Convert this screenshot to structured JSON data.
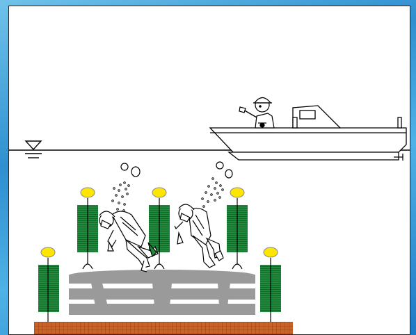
{
  "scene": {
    "colors": {
      "frame_bg": "#ffffff",
      "water_line": "#000000",
      "seaweed": "#1f8a3c",
      "float": "#ffe600",
      "reef": "#9a9a9a",
      "seabed": "#c8642a"
    },
    "icons": [
      "water-level-icon",
      "boat",
      "boat-operator",
      "diver-left",
      "diver-right",
      "seaweed-ropes",
      "artificial-reef",
      "seabed"
    ]
  }
}
